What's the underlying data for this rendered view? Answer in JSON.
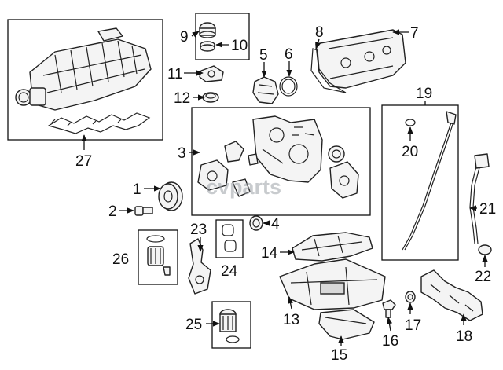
{
  "watermark": "cvparts",
  "callouts": {
    "c1": "1",
    "c2": "2",
    "c3": "3",
    "c4": "4",
    "c5": "5",
    "c6": "6",
    "c7": "7",
    "c8": "8",
    "c9": "9",
    "c10": "10",
    "c11": "11",
    "c12": "12",
    "c13": "13",
    "c14": "14",
    "c15": "15",
    "c16": "16",
    "c17": "17",
    "c18": "18",
    "c19": "19",
    "c20": "20",
    "c21": "21",
    "c22": "22",
    "c23": "23",
    "c24": "24",
    "c25": "25",
    "c26": "26",
    "c27": "27"
  }
}
